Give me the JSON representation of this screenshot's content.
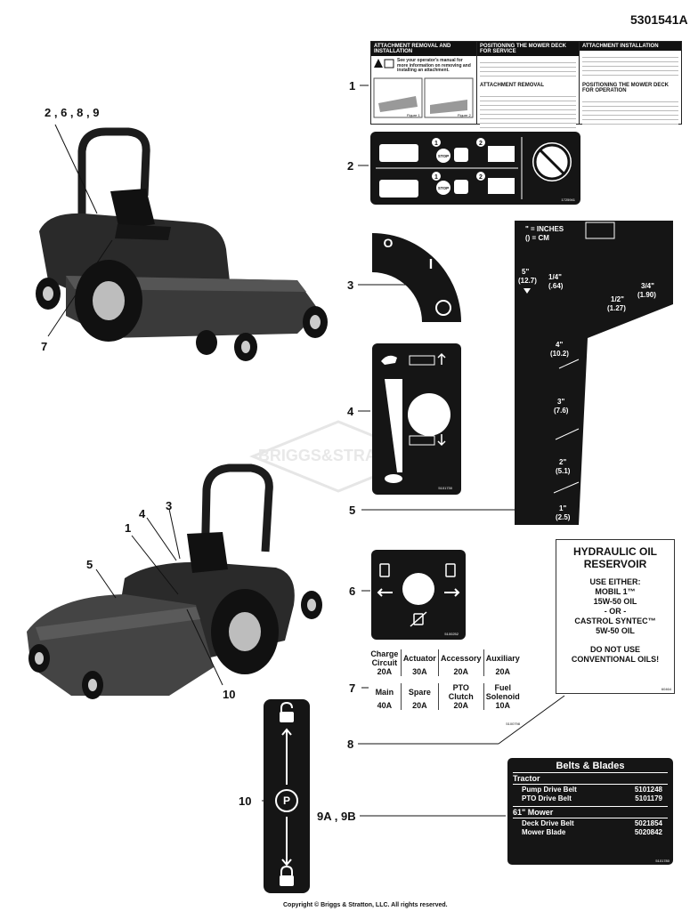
{
  "header": {
    "part_number": "5301541A"
  },
  "callouts": {
    "c1": "1",
    "c2": "2",
    "c3": "3",
    "c4": "4",
    "c5": "5",
    "c6": "6",
    "c7": "7",
    "c8": "8",
    "c9": "9A , 9B",
    "c10": "10",
    "tractor_top_group": "2 , 6 , 8 , 9",
    "tractor_top_7": "7",
    "tractor_bottom_1": "1",
    "tractor_bottom_3": "3",
    "tractor_bottom_4": "4",
    "tractor_bottom_5": "5",
    "tractor_bottom_10": "10"
  },
  "decal1": {
    "col1_title": "ATTACHMENT REMOVAL AND INSTALLATION",
    "warning": "See your operator's manual for more information on removing and installing an attachment.",
    "fig1": "Figure 1",
    "fig2": "Figure 2",
    "col2_title": "POSITIONING THE MOWER DECK FOR SERVICE",
    "col2_sub": "ATTACHMENT REMOVAL",
    "col3_title": "ATTACHMENT INSTALLATION",
    "col3_sub": "POSITIONING THE MOWER DECK FOR OPERATION"
  },
  "decal2": {
    "code": "1725941",
    "step1": "1",
    "step2": "2",
    "step3": "1",
    "step4": "2",
    "stop1": "STOP",
    "stop2": "STOP"
  },
  "decal3": {
    "off_symbol": "O",
    "on_symbol": "I"
  },
  "decal4": {
    "code": "5101730"
  },
  "decal5": {
    "units": "\" = INCHES\n() = CM",
    "h5": "5\"",
    "c5": "(12.7)",
    "h14": "1/4\"",
    "c14": "(.64)",
    "h12": "1/2\"",
    "c12": "(1.27)",
    "h34": "3/4\"",
    "c34": "(1.90)",
    "h4": "4\"",
    "c4": "(10.2)",
    "h3": "3\"",
    "c3": "(7.6)",
    "h2": "2\"",
    "c2": "(5.1)",
    "h1": "1\"",
    "c1": "(2.5)"
  },
  "decal6": {
    "code": "5100252"
  },
  "decal7": {
    "row1": [
      "Charge Circuit",
      "Actuator",
      "Accessory",
      "Auxiliary"
    ],
    "row1_vals": [
      "20A",
      "30A",
      "20A",
      "20A"
    ],
    "row2": [
      "Main",
      "Spare",
      "PTO Clutch",
      "Fuel Solenoid"
    ],
    "row2_vals": [
      "40A",
      "20A",
      "20A",
      "10A"
    ],
    "code": "5100798"
  },
  "decal8": {
    "title1": "HYDRAULIC OIL",
    "title2": "RESERVOIR",
    "l1": "USE EITHER:",
    "l2": "MOBIL 1™",
    "l3": "15W-50 OIL",
    "l4": "- OR -",
    "l5": "CASTROL SYNTEC™",
    "l6": "5W-50 OIL",
    "l7": "DO NOT USE",
    "l8": "CONVENTIONAL OILS!",
    "code": "60464"
  },
  "decal9": {
    "title": "Belts & Blades",
    "tractor": "Tractor",
    "rows_tractor": [
      {
        "name": "Pump Drive Belt",
        "part": "5101248"
      },
      {
        "name": "PTO Drive Belt",
        "part": "5101179"
      }
    ],
    "mower": "61\" Mower",
    "rows_mower": [
      {
        "name": "Deck Drive Belt",
        "part": "5021854"
      },
      {
        "name": "Mower Blade",
        "part": "5020842"
      }
    ],
    "code": "5101780"
  },
  "decal10": {
    "park": "P"
  },
  "watermark": "BRIGGS&STRATTON",
  "footer": {
    "copyright": "Copyright © Briggs & Stratton, LLC. All rights reserved."
  },
  "colors": {
    "decal_black": "#151515",
    "ink": "#111111",
    "paper": "#ffffff"
  }
}
